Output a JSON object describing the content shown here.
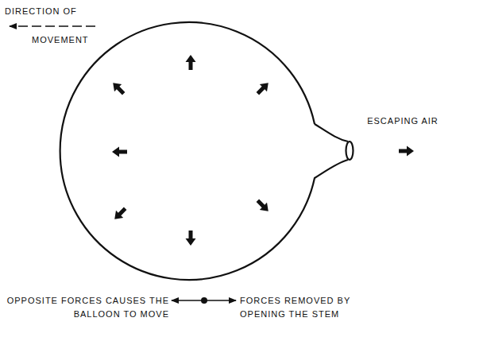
{
  "diagram": {
    "labels": [
      "DIRECTION OF",
      "MOVEMENT",
      "ESCAPING AIR",
      "OPPOSITE FORCES CAUSES THE BALLOON TO MOVE",
      "FORCES REMOVED BY OPENING THE STEM"
    ]
  }
}
